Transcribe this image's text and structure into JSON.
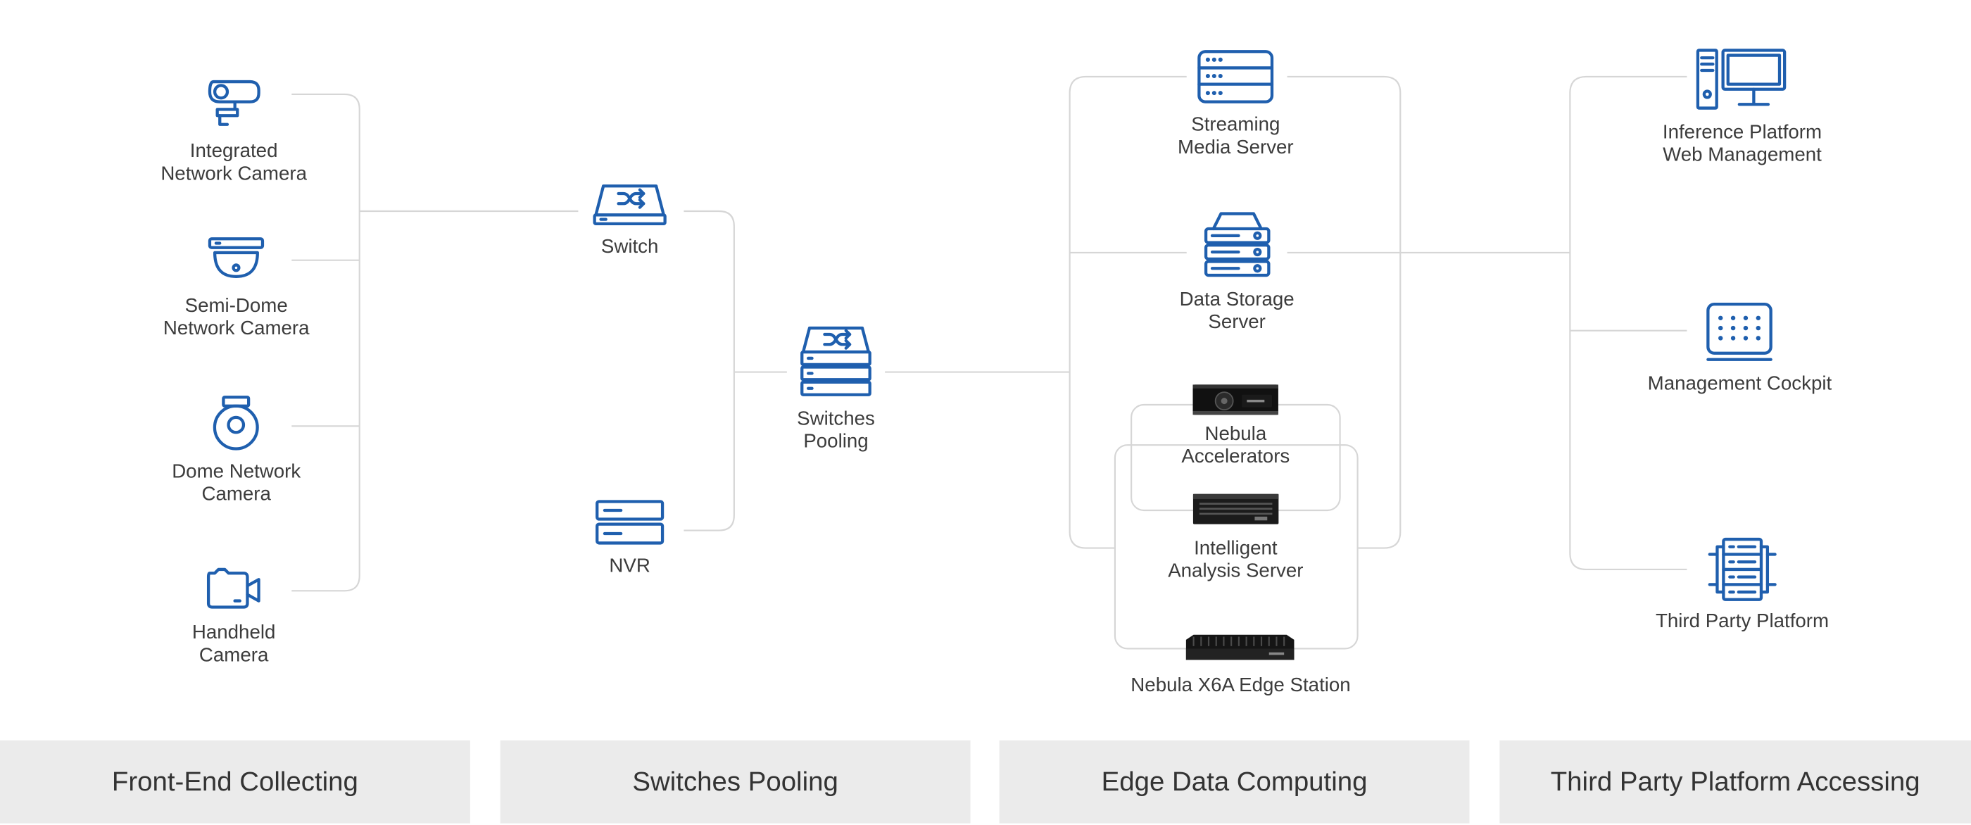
{
  "front_end": {
    "integrated": {
      "line1": "Integrated",
      "line2": "Network Camera"
    },
    "semi_dome": {
      "line1": "Semi-Dome",
      "line2": "Network Camera"
    },
    "dome": {
      "line1": "Dome Network",
      "line2": "Camera"
    },
    "handheld": {
      "line1": "Handheld",
      "line2": "Camera"
    }
  },
  "switching": {
    "switch": "Switch",
    "nvr": "NVR",
    "pool": {
      "line1": "Switches",
      "line2": "Pooling"
    }
  },
  "edge": {
    "streaming": {
      "line1": "Streaming",
      "line2": "Media Server"
    },
    "storage": {
      "line1": "Data Storage",
      "line2": "Server"
    },
    "accelerators": {
      "line1": "Nebula",
      "line2": "Accelerators"
    },
    "analysis": {
      "line1": "Intelligent",
      "line2": "Analysis Server"
    },
    "x6a": "Nebula X6A Edge Station"
  },
  "platform": {
    "inference": {
      "line1": "Inference Platform",
      "line2": "Web Management"
    },
    "cockpit": "Management Cockpit",
    "third_party": "Third Party Platform"
  },
  "stages": [
    "Front-End Collecting",
    "Switches Pooling",
    "Edge Data Computing",
    "Third Party Platform Accessing"
  ],
  "colors": {
    "icon": "#1f5fae",
    "line": "#d6d6d6",
    "band": "#ebebeb",
    "text": "#3c3c3c"
  },
  "icons": [
    "bullet-camera-icon",
    "semi-dome-camera-icon",
    "dome-camera-icon",
    "video-camera-icon",
    "switch-icon",
    "nvr-icon",
    "switch-stack-icon",
    "server-rack-icon",
    "storage-server-icon",
    "accelerator-card-icon",
    "rack-server-icon",
    "edge-station-icon",
    "desktop-computer-icon",
    "grid-panel-icon",
    "server-cluster-icon"
  ]
}
